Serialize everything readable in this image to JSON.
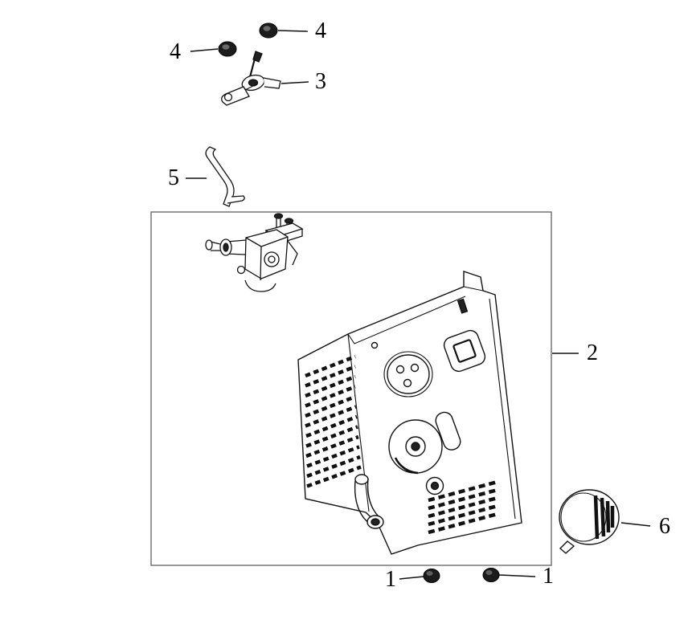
{
  "diagram": {
    "type": "exploded-parts-diagram",
    "background_color": "#ffffff",
    "line_color": "#111111",
    "box_color": "#6b6b6b",
    "callouts": [
      {
        "part": "grommet-upper",
        "label": "4"
      },
      {
        "part": "grommet-lower",
        "label": "4"
      },
      {
        "part": "choke-lever",
        "label": "3"
      },
      {
        "part": "stay-bracket",
        "label": "5"
      },
      {
        "part": "back-panel",
        "label": "2"
      },
      {
        "part": "cap",
        "label": "6"
      },
      {
        "part": "bolt-left",
        "label": "1"
      },
      {
        "part": "bolt-right",
        "label": "1"
      }
    ]
  }
}
